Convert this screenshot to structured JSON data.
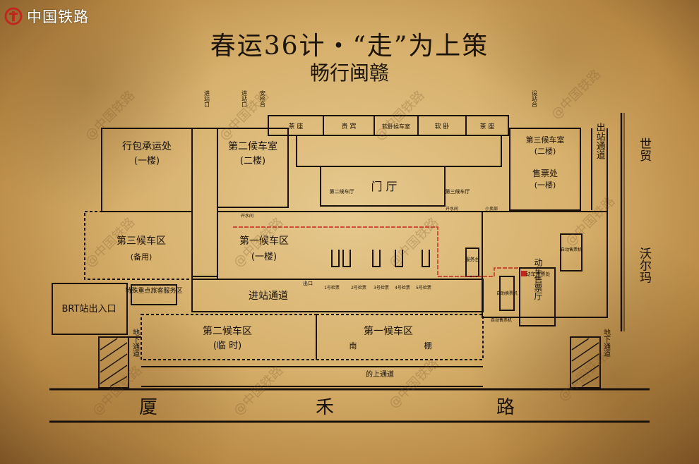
{
  "header": {
    "logo_text": "中国铁路",
    "title": "春运36计・“走”为上策",
    "subtitle": "畅行闽赣"
  },
  "colors": {
    "ink": "#1a120a",
    "paper": "#d7b16d",
    "route": "#c0281e"
  },
  "areas": {
    "luggage": "行包承运处",
    "luggage_floor": "(一楼)",
    "waiting2": "第二候车室",
    "waiting2_floor": "(二楼)",
    "waiting3_room": "第三候车室",
    "waiting3_room_floor": "(二楼)",
    "ticket_office": "售票处",
    "ticket_office_floor": "(一楼)",
    "waiting_area3": "第三候车区",
    "waiting_area3_note": "(备用)",
    "waiting_area1": "第一候车区",
    "waiting_area1_floor": "(一楼)",
    "hall": "门 厅",
    "entrance_passage": "进站通道",
    "waiting_area2_temp": "第二候车区",
    "waiting_area2_temp_note": "(临 时)",
    "waiting_area1_shed": "第一候车区",
    "shed_left": "南",
    "shed_right": "棚",
    "brt": "BRT站出入口",
    "vip_service": "特殊重点旅客服务区",
    "emu_ticket_hall": "动车售票厅",
    "emu_ticket_sign": "动车售票处",
    "exit_passage": "出站通道",
    "underground_left": "地下通道",
    "underground_right": "地下通道",
    "shed_passage": "的上通道",
    "road": [
      "厦",
      "禾",
      "路"
    ],
    "shimao": "世贸",
    "walmart": "沃尔玛"
  },
  "small_labels": {
    "entry1": "进站口",
    "entry2": "进站口",
    "security": "安检台",
    "security2": "设站台",
    "tea1": "茶 座",
    "vip": "贵 宾",
    "soft_sleeper": "软卧候车室",
    "soft_sleeper2": "软 卧",
    "tea2": "茶 座",
    "waiting2_hall": "第二候车厅",
    "waiting3_hall": "第三候车厅",
    "ticket_machine": "自动售票机",
    "self_exchange": "自助换票机",
    "auto_ticket": "自动售票机",
    "gate_labels": [
      "1号检票",
      "2号检票",
      "3号检票",
      "4号检票",
      "5号检票"
    ],
    "route_label": "动车售票处",
    "exit_label": "出口",
    "water_left": "开水间",
    "water_right": "开水间",
    "info": "服务台",
    "shop": "小卖部"
  }
}
